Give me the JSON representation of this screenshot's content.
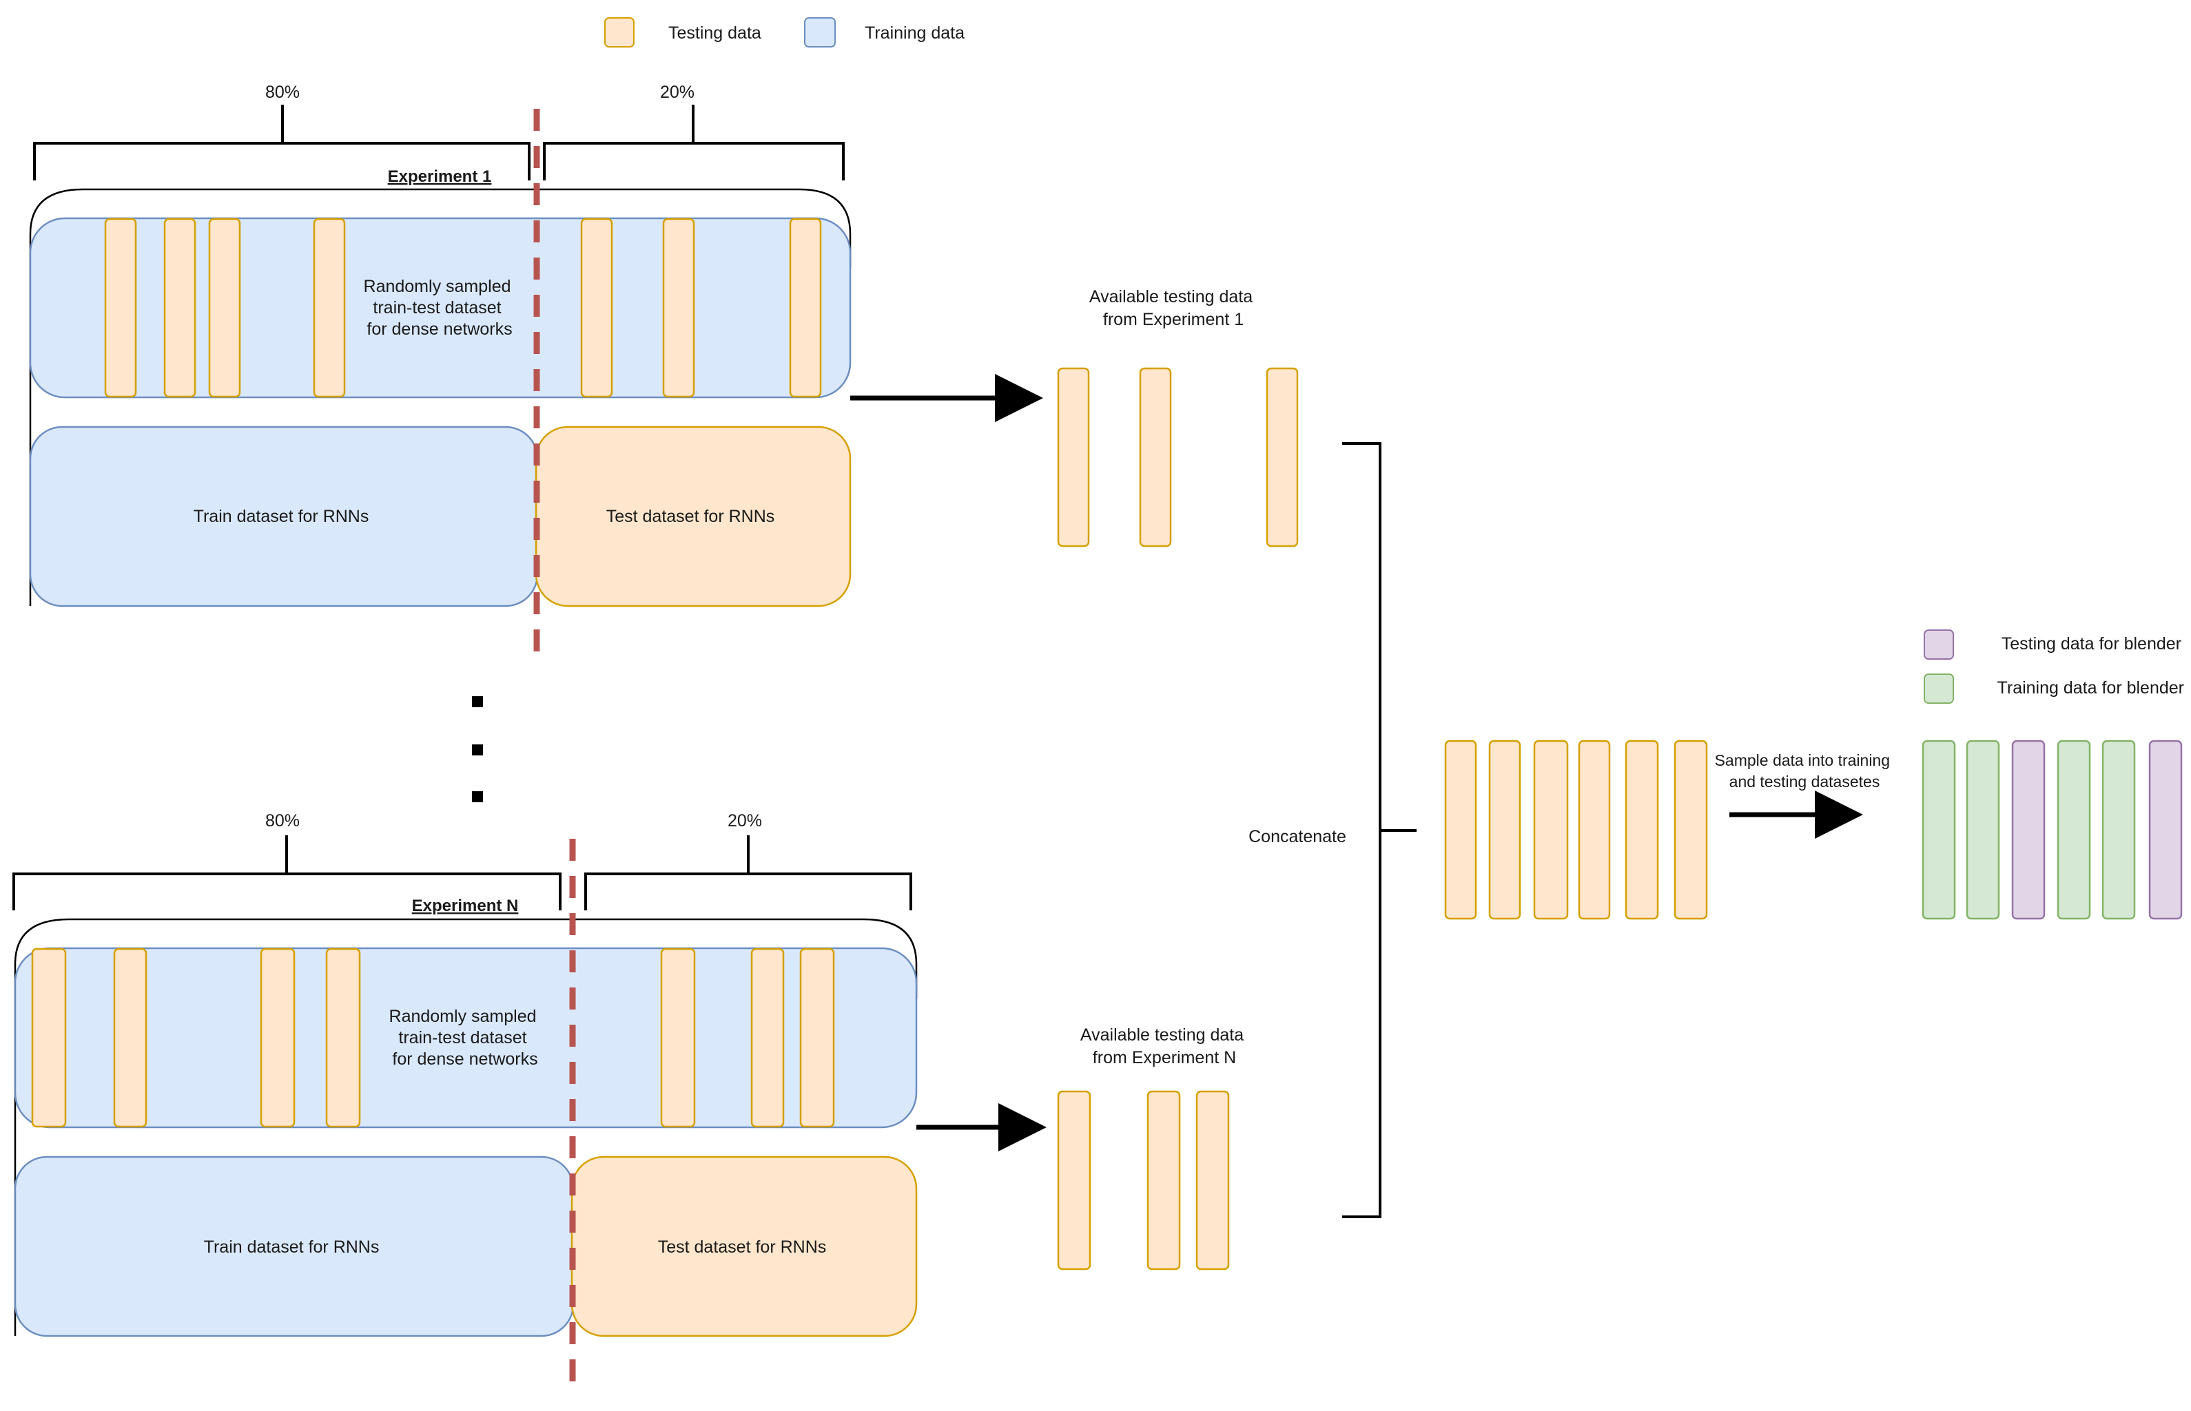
{
  "legend_top": {
    "testing": "Testing data",
    "training": "Training data"
  },
  "legend_blender": {
    "testing": "Testing data for blender",
    "training": "Training data for blender"
  },
  "experiment1": {
    "title": "Experiment 1",
    "pct_left": "80%",
    "pct_right": "20%",
    "random_label": [
      "Randomly sampled",
      "train-test dataset",
      "for dense networks"
    ],
    "train_rnn": "Train dataset for RNNs",
    "test_rnn": "Test dataset for RNNs",
    "available": [
      "Available testing data",
      "from Experiment 1"
    ]
  },
  "experimentN": {
    "title": "Experiment N",
    "pct_left": "80%",
    "pct_right": "20%",
    "random_label": [
      "Randomly sampled",
      "train-test dataset",
      "for dense networks"
    ],
    "train_rnn": "Train dataset for RNNs",
    "test_rnn": "Test dataset for RNNs",
    "available": [
      "Available testing data",
      "from Experiment N"
    ]
  },
  "concatenate": "Concatenate",
  "sample_label": [
    "Sample  data into training",
    "and testing datasetes"
  ],
  "colors": {
    "testing_fill": "#ffe6cc",
    "testing_stroke": "#d6a000",
    "training_fill": "#dae8fc",
    "training_stroke": "#6c8ebf",
    "blender_test_fill": "#e1d5e7",
    "blender_test_stroke": "#9673a6",
    "blender_train_fill": "#d5e8d4",
    "blender_train_stroke": "#82b366",
    "split_line": "#b85450"
  },
  "blender_sequence": [
    "train",
    "train",
    "test",
    "train",
    "train",
    "test"
  ]
}
